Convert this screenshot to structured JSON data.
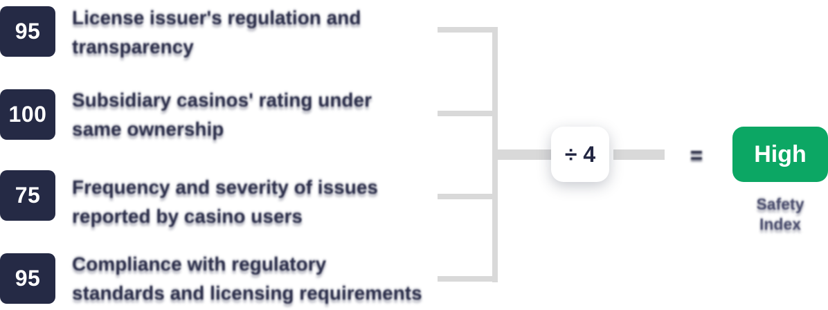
{
  "diagram": {
    "factors": [
      {
        "score": "95",
        "lines": [
          "License issuer's regulation and",
          "transparency"
        ]
      },
      {
        "score": "100",
        "lines": [
          "Subsidiary casinos' rating under",
          "same ownership"
        ]
      },
      {
        "score": "75",
        "lines": [
          "Frequency and severity of issues",
          "reported by casino users"
        ]
      },
      {
        "score": "95",
        "lines": [
          "Compliance with regulatory",
          "standards and licensing requirements"
        ]
      }
    ],
    "operation": {
      "divide_label": "÷ 4",
      "equals_label": "="
    },
    "result": {
      "badge_label": "High",
      "caption_lines": [
        "Safety",
        "Index"
      ]
    },
    "colors": {
      "score_box_bg": "#252a45",
      "score_text": "#ffffff",
      "label_text": "#2b2e4a",
      "line_gray": "#d9d9d9",
      "divide_box_bg": "#ffffff",
      "divide_text": "#222642",
      "badge_bg": "#0ca764",
      "badge_text": "#ffffff",
      "caption_text": "#474a6b",
      "background": "#ffffff"
    }
  }
}
